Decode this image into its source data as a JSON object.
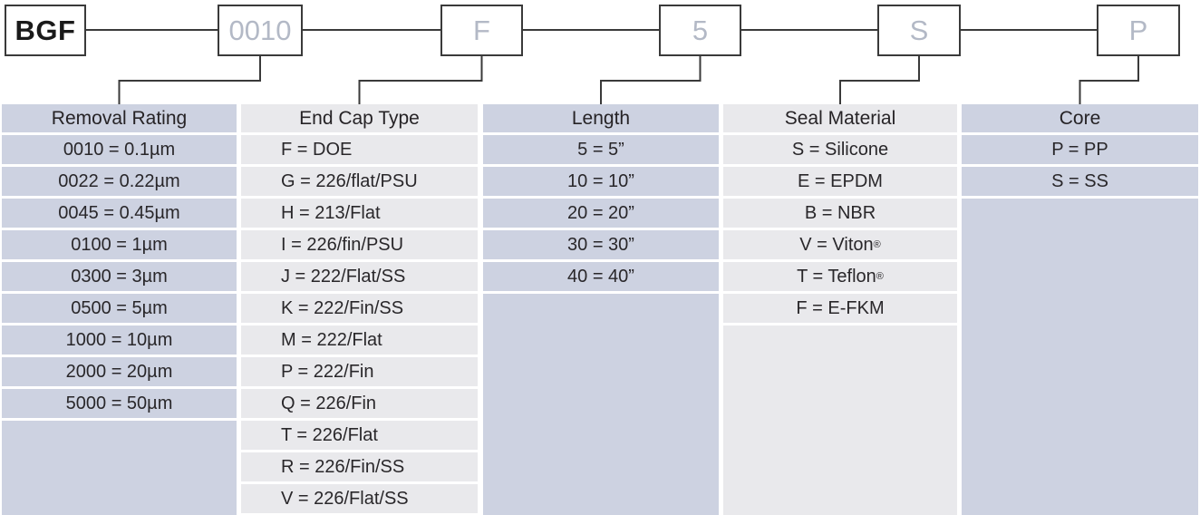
{
  "part_code": {
    "prefix": "BGF",
    "segments": [
      "0010",
      "F",
      "5",
      "S",
      "P"
    ]
  },
  "columns": [
    {
      "header": "Removal Rating",
      "items": [
        "0010 = 0.1µm",
        "0022 = 0.22µm",
        "0045 = 0.45µm",
        "0100 = 1µm",
        "0300 = 3µm",
        "0500 = 5µm",
        "1000 = 10µm",
        "2000 = 20µm",
        "5000 = 50µm"
      ]
    },
    {
      "header": "End Cap Type",
      "items": [
        "F = DOE",
        "G = 226/flat/PSU",
        "H = 213/Flat",
        "I = 226/fin/PSU",
        "J = 222/Flat/SS",
        "K = 222/Fin/SS",
        "M = 222/Flat",
        "P = 222/Fin",
        "Q = 226/Fin",
        "T = 226/Flat",
        "R = 226/Fin/SS",
        "V = 226/Flat/SS"
      ]
    },
    {
      "header": "Length",
      "items": [
        "5 = 5”",
        "10 = 10”",
        "20 = 20”",
        "30 = 30”",
        "40 = 40”"
      ]
    },
    {
      "header": "Seal Material",
      "items": [
        "S = Silicone",
        "E = EPDM",
        "B = NBR",
        "V = Viton®",
        "T = Teflon®",
        "F = E-FKM"
      ]
    },
    {
      "header": "Core",
      "items": [
        "P = PP",
        "S = SS"
      ]
    }
  ],
  "colors": {
    "column_lavender": "#cdd2e1",
    "column_gray": "#e9e9ec",
    "connector_line": "#3a3a3a",
    "code_value_text": "#b3b9c6",
    "prefix_text": "#1a1a1a",
    "cell_text": "#29272a"
  }
}
